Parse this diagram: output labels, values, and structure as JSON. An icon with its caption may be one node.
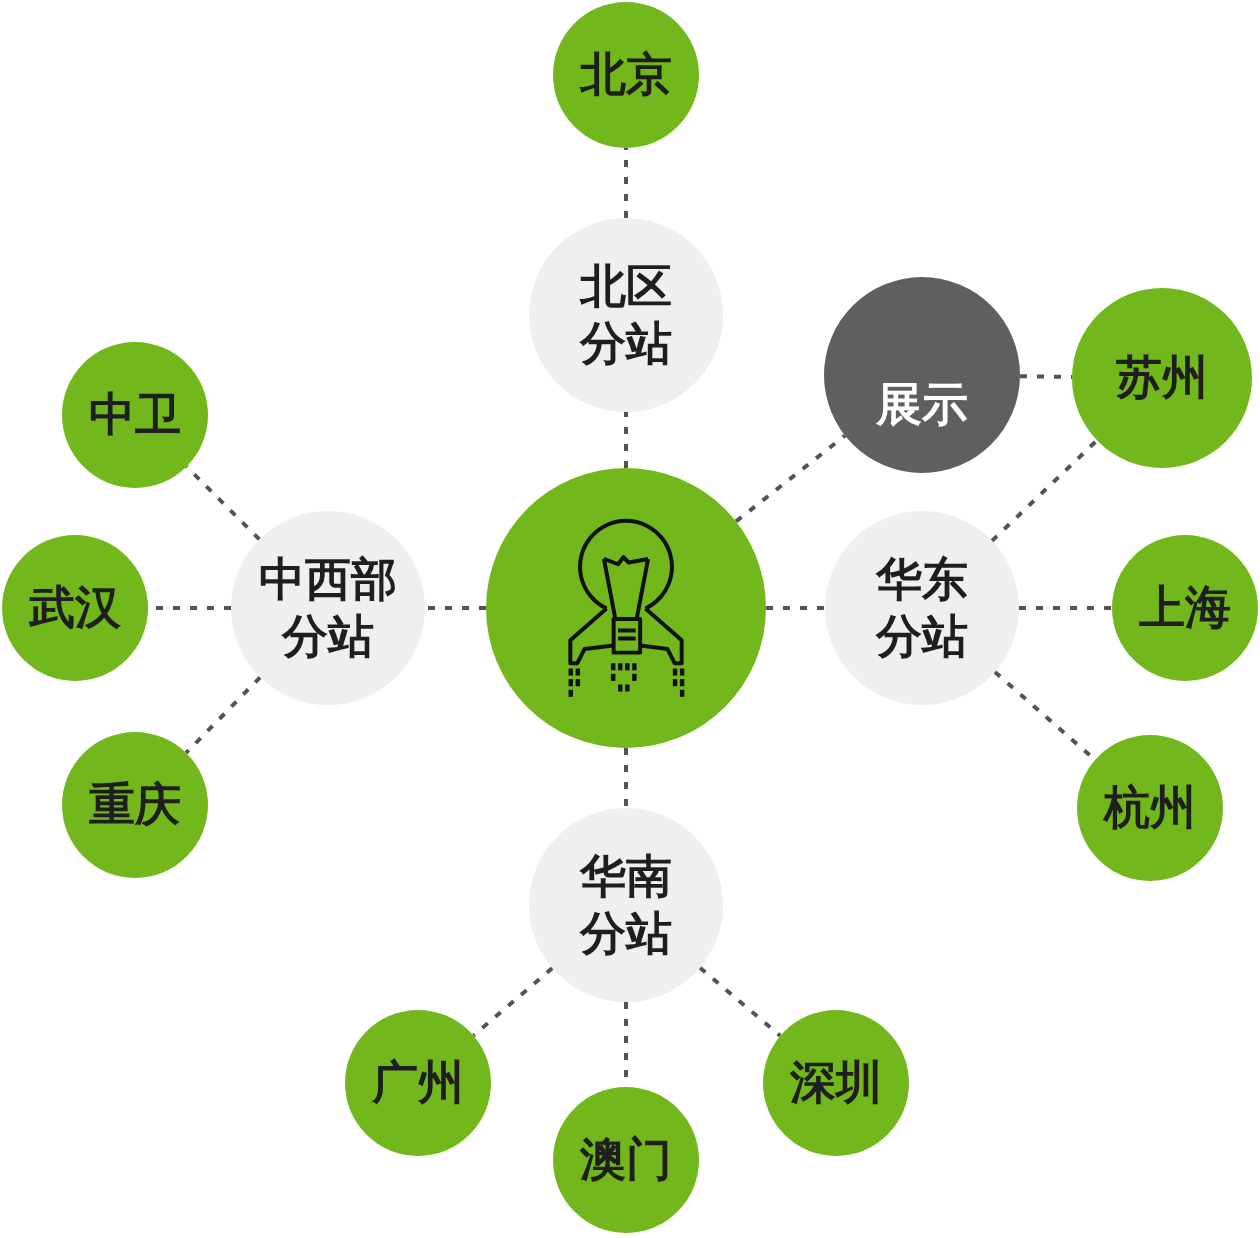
{
  "diagram": {
    "nodes": [
      {
        "text": [],
        "shape": "circle"
      },
      {
        "text": [
          "北京"
        ]
      },
      {
        "text": [
          "北区分站"
        ]
      },
      {
        "text": [
          "展示"
        ]
      },
      {
        "text": [
          "苏州"
        ]
      },
      {
        "text": [
          "华东分站"
        ]
      },
      {
        "text": [
          "上海"
        ]
      },
      {
        "text": [
          "杭州"
        ]
      },
      {
        "text": [
          "中西部分站"
        ]
      },
      {
        "text": [
          "中卫"
        ]
      },
      {
        "text": [
          "武汉"
        ]
      },
      {
        "text": [
          "重庆"
        ]
      },
      {
        "text": [
          "华南分站"
        ]
      },
      {
        "text": [
          "广州"
        ]
      },
      {
        "text": [
          "澳门"
        ]
      },
      {
        "text": [
          "深圳"
        ]
      }
    ],
    "edges": [
      {
        "from": 0,
        "to": 2,
        "arrow": "none",
        "style": "dashed"
      },
      {
        "from": 2,
        "to": 1,
        "arrow": "none",
        "style": "dashed"
      },
      {
        "from": 0,
        "to": 3,
        "arrow": "none",
        "style": "dashed"
      },
      {
        "from": 3,
        "to": 4,
        "arrow": "none",
        "style": "dashed"
      },
      {
        "from": 0,
        "to": 5,
        "arrow": "none",
        "style": "dashed"
      },
      {
        "from": 5,
        "to": 4,
        "arrow": "none",
        "style": "dashed"
      },
      {
        "from": 5,
        "to": 6,
        "arrow": "none",
        "style": "dashed"
      },
      {
        "from": 5,
        "to": 7,
        "arrow": "none",
        "style": "dashed"
      },
      {
        "from": 0,
        "to": 8,
        "arrow": "none",
        "style": "dashed"
      },
      {
        "from": 8,
        "to": 9,
        "arrow": "none",
        "style": "dashed"
      },
      {
        "from": 8,
        "to": 10,
        "arrow": "none",
        "style": "dashed"
      },
      {
        "from": 8,
        "to": 11,
        "arrow": "none",
        "style": "dashed"
      },
      {
        "from": 0,
        "to": 12,
        "arrow": "none",
        "style": "dashed"
      },
      {
        "from": 12,
        "to": 13,
        "arrow": "none",
        "style": "dashed"
      },
      {
        "from": 12,
        "to": 14,
        "arrow": "none",
        "style": "dashed"
      },
      {
        "from": 12,
        "to": 15,
        "arrow": "none",
        "style": "dashed"
      }
    ]
  }
}
